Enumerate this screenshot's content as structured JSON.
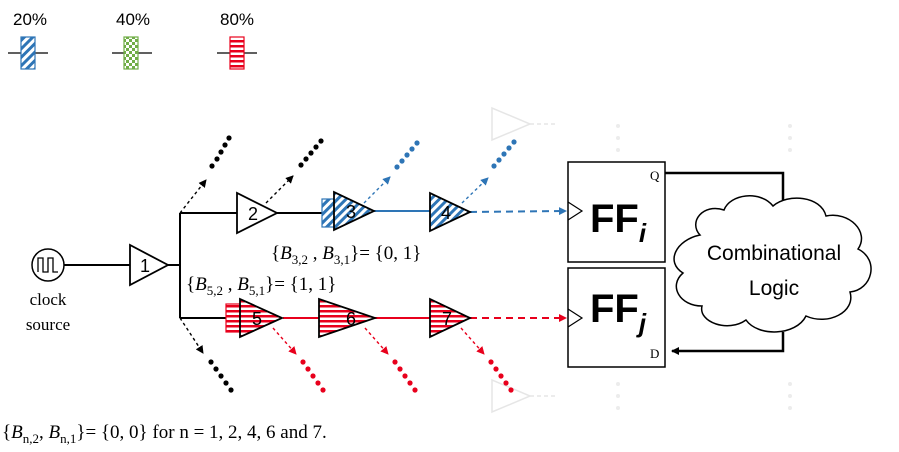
{
  "legend": [
    {
      "label": "20%",
      "pattern": "diagonal-stripes",
      "color": "#2e75b6"
    },
    {
      "label": "40%",
      "pattern": "checkerboard",
      "color": "#70ad47"
    },
    {
      "label": "80%",
      "pattern": "horizontal-stripes",
      "color": "#e8001c"
    }
  ],
  "clock": {
    "line1": "clock",
    "line2": "source"
  },
  "buffers": [
    "1",
    "2",
    "3",
    "4",
    "5",
    "6",
    "7"
  ],
  "flipflops": {
    "ffi": {
      "main": "FF",
      "sub": "i",
      "pin": "Q"
    },
    "ffj": {
      "main": "FF",
      "sub": "j",
      "pin": "D"
    }
  },
  "logic": {
    "line1": "Combinational",
    "line2": "Logic"
  },
  "annotations": {
    "b3": {
      "open": "{",
      "v1": "B",
      "s1": "3,2",
      "sep": " , ",
      "v2": "B",
      "s2": "3,1",
      "close": "}= {0, 1}"
    },
    "b5": {
      "open": "{",
      "v1": "B",
      "s1": "5,2",
      "sep": " , ",
      "v2": "B",
      "s2": "5,1",
      "close": "}= {1, 1}"
    },
    "bottom": {
      "open": "{",
      "v1": "B",
      "s1": "n,2",
      "sep": ", ",
      "v2": "B",
      "s2": "n,1",
      "close": "}= {0, 0} for n = 1, 2, 4, 6 and 7."
    }
  },
  "colors": {
    "blue": "#2e75b6",
    "red": "#e8001c",
    "green": "#70ad47",
    "black": "#000000"
  }
}
